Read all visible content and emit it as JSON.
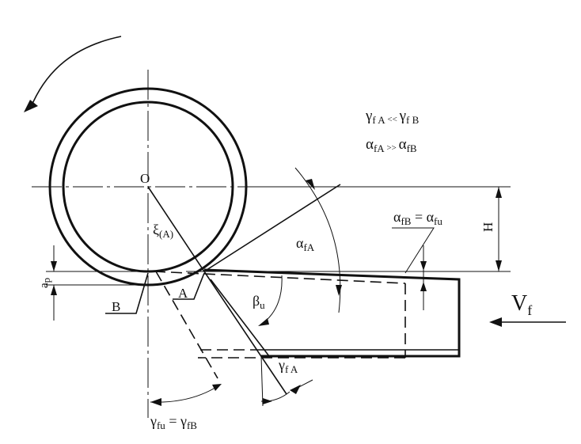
{
  "labels": {
    "center": "O",
    "point_a": "A",
    "point_b": "B",
    "height": "H",
    "depth": "a",
    "depth_sub": "p",
    "xi": "ξ",
    "xi_sub": "(A)",
    "alpha_fa": "α",
    "alpha_fa_sub": "fA",
    "beta": "β",
    "beta_sub": "u",
    "gamma_fa": "γ",
    "gamma_fa_sub": "f A",
    "alpha_eq_left": "α",
    "alpha_eq_left_sub": "fB",
    "alpha_eq_sign": " = ",
    "alpha_eq_right": "α",
    "alpha_eq_right_sub": "fu",
    "gamma_eq_left": "γ",
    "gamma_eq_left_sub": "fu",
    "gamma_eq_sign": " = ",
    "gamma_eq_right": "γ",
    "gamma_eq_right_sub": "fB",
    "feed": "V",
    "feed_sub": "f"
  },
  "relations": {
    "gamma_left": "γ",
    "gamma_left_sub": "f A",
    "gamma_op": " << ",
    "gamma_right": "γ",
    "gamma_right_sub": "f B",
    "alpha_left": "α",
    "alpha_left_sub": "fA",
    "alpha_op": " >> ",
    "alpha_right": "α",
    "alpha_right_sub": "fB"
  }
}
